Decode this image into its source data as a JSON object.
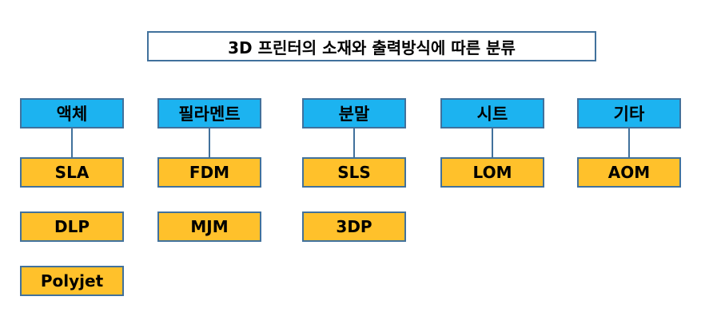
{
  "title": "3D 프린터의 소재와 출력방식에 따른 분류",
  "colors": {
    "header_fill": "#1cb3f0",
    "item_fill": "#ffc12b",
    "border": "#41719c"
  },
  "columns": [
    {
      "header": "액체",
      "items": [
        "SLA",
        "DLP",
        "Polyjet"
      ]
    },
    {
      "header": "필라멘트",
      "items": [
        "FDM",
        "MJM"
      ]
    },
    {
      "header": "분말",
      "items": [
        "SLS",
        "3DP"
      ]
    },
    {
      "header": "시트",
      "items": [
        "LOM"
      ]
    },
    {
      "header": "기타",
      "items": [
        "AOM"
      ]
    }
  ]
}
